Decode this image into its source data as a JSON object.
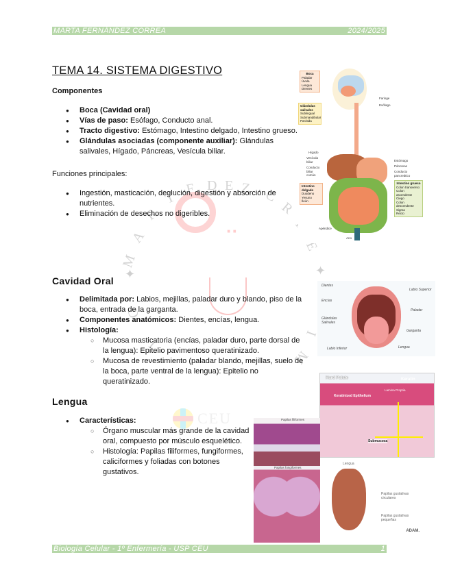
{
  "header": {
    "author": "MARTA FERNÁNDEZ CORREA",
    "year": "2024/2025"
  },
  "footer": {
    "course": "Biología Celular - 1º Enfermería - USP CEU",
    "page_number": "1"
  },
  "watermark": {
    "letters": [
      "M",
      "A",
      "R",
      "T",
      "A",
      "F",
      "D",
      "E",
      "Z",
      "C",
      "O",
      "R",
      "R",
      "E",
      "A",
      "G",
      "U",
      "I",
      "D",
      "E",
      "N",
      "F",
      "E",
      "R",
      "M",
      "E",
      "R",
      "I"
    ],
    "logo_text": "CEU"
  },
  "main": {
    "title": "TEMA 14. SISTEMA DIGESTIVO",
    "componentes": {
      "heading": "Componentes",
      "items": [
        {
          "bold": "Boca (Cavidad oral)",
          "text": ""
        },
        {
          "bold": "Vías de paso:",
          "text": " Esófago, Conducto anal."
        },
        {
          "bold": "Tracto digestivo:",
          "text": " Estómago, Intestino delgado, Intestino grueso."
        },
        {
          "bold": "Glándulas asociadas (componente auxiliar):",
          "text": " Glándulas salivales, Hígado, Páncreas, Vesícula biliar."
        }
      ]
    },
    "funciones": {
      "heading": "Funciones principales:",
      "items": [
        "Ingestión, masticación, deglución, digestión y absorción de nutrientes.",
        "Eliminación de desechos no digeribles."
      ]
    },
    "cavidad_oral": {
      "heading": "Cavidad Oral",
      "items": [
        {
          "bold": "Delimitada por:",
          "text": " Labios, mejillas, paladar duro y blando, piso de la boca, entrada de la garganta."
        },
        {
          "bold": "Componentes anatómicos:",
          "text": " Dientes, encías, lengua."
        },
        {
          "bold": "Histología:",
          "text": ""
        }
      ],
      "histologia": [
        "Mucosa masticatoria (encías, paladar duro, parte dorsal de la lengua): Epitelio pavimentoso queratinizado.",
        "Mucosa de revestimiento (paladar blando, mejillas, suelo de la boca, parte ventral de la lengua): Epitelio no queratinizado."
      ]
    },
    "lengua": {
      "heading": "Lengua",
      "item_bold": "Características:",
      "sub": [
        "Órgano muscular más grande de la cavidad oral, compuesto por músculo esquelético.",
        "Histología: Papilas filiformes, fungiformes, caliciformes y foliadas con botones gustativos."
      ]
    }
  },
  "figures": {
    "digestive": {
      "boca_box": [
        "Boca",
        "Paladar",
        "Úvula",
        "Lengua",
        "Dientes"
      ],
      "glandulas_box": [
        "Glándulas salivales",
        "Sublingual",
        "Submandibular",
        "Parótida"
      ],
      "right_top": [
        "Faringe",
        "Esófago"
      ],
      "left_mid": [
        "Hígado",
        "Vesícula biliar",
        "Conducto biliar común"
      ],
      "delgado_box": [
        "Intestino delgado",
        "Duodeno",
        "Yeyuno",
        "Íleon"
      ],
      "apendice": "Apéndice",
      "ano": "Ano",
      "right_mid": [
        "Estómago",
        "Páncreas",
        "Conducto pancreático"
      ],
      "grueso_box": [
        "Intestino grueso",
        "Colon transverso",
        "Colon ascendente",
        "Ciego",
        "Colon descendente",
        "Sigma",
        "Recto"
      ]
    },
    "mouth": {
      "labels": [
        "Dientes",
        "Encías",
        "Glándulas Salivales",
        "Labio Inferior",
        "Labio Superior",
        "Paladar",
        "Garganta",
        "Lengua"
      ]
    },
    "palate": {
      "labels": [
        "Hard Palate",
        "Keratin",
        "Keratinized Epithelium",
        "Lamina Propria",
        "Submucosa"
      ]
    },
    "papillae": {
      "top_label": "Papilas filiformes",
      "bottom_label": "Papilas fungiformes"
    },
    "tongue": {
      "top_label": "Lengua",
      "label_1": "Papilas gustativas circulares",
      "label_2": "Papilas gustativas pequeñas",
      "credit": "ADAM."
    }
  }
}
